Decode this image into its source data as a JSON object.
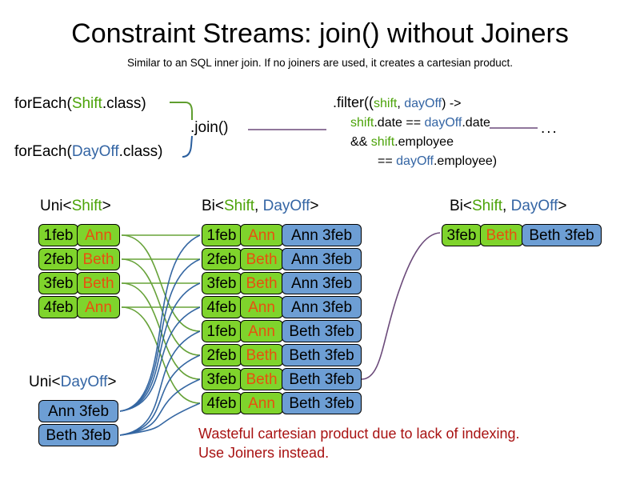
{
  "title": "Constraint Streams: join() without Joiners",
  "subtitle": "Similar to an SQL inner join. If no joiners are used, it creates a cartesian product.",
  "code": {
    "foreach_shift": {
      "prefix": "forEach(",
      "type": "Shift",
      "suffix": ".class)"
    },
    "foreach_dayoff": {
      "prefix": "forEach(",
      "type": "DayOff",
      "suffix": ".class)"
    },
    "join_call": ".join()",
    "filter": {
      "line1_a": ".filter((",
      "line1_shift": "shift",
      "line1_comma": ", ",
      "line1_dayoff": "dayOff",
      "line1_b": ") ->",
      "line2_shift": "shift",
      "line2_a": ".date == ",
      "line2_dayoff": "dayOff",
      "line2_b": ".date",
      "line3_a": "&& ",
      "line3_shift": "shift",
      "line3_b": ".employee",
      "line4_a": "== ",
      "line4_dayoff": "dayOff",
      "line4_b": ".employee)"
    },
    "ellipsis": "..."
  },
  "labels": {
    "uni_shift": {
      "prefix": "Uni<",
      "type": "Shift",
      "suffix": ">"
    },
    "bi_middle": {
      "prefix": "Bi<",
      "type_a": "Shift",
      "sep": ", ",
      "type_b": "DayOff",
      "suffix": ">"
    },
    "bi_right": {
      "prefix": "Bi<",
      "type_a": "Shift",
      "sep": ", ",
      "type_b": "DayOff",
      "suffix": ">"
    },
    "uni_dayoff": {
      "prefix": "Uni<",
      "type": "DayOff",
      "suffix": ">"
    }
  },
  "uni_shift_rows": [
    {
      "date": "1feb",
      "name": "Ann"
    },
    {
      "date": "2feb",
      "name": "Beth"
    },
    {
      "date": "3feb",
      "name": "Beth"
    },
    {
      "date": "4feb",
      "name": "Ann"
    }
  ],
  "uni_dayoff_rows": [
    {
      "dayoff": "Ann 3feb"
    },
    {
      "dayoff": "Beth 3feb"
    }
  ],
  "bi_middle_rows": [
    {
      "date": "1feb",
      "name": "Ann",
      "dayoff": "Ann 3feb"
    },
    {
      "date": "2feb",
      "name": "Beth",
      "dayoff": "Ann 3feb"
    },
    {
      "date": "3feb",
      "name": "Beth",
      "dayoff": "Ann 3feb"
    },
    {
      "date": "4feb",
      "name": "Ann",
      "dayoff": "Ann 3feb"
    },
    {
      "date": "1feb",
      "name": "Ann",
      "dayoff": "Beth 3feb"
    },
    {
      "date": "2feb",
      "name": "Beth",
      "dayoff": "Beth 3feb"
    },
    {
      "date": "3feb",
      "name": "Beth",
      "dayoff": "Beth 3feb"
    },
    {
      "date": "4feb",
      "name": "Ann",
      "dayoff": "Beth 3feb"
    }
  ],
  "bi_right_rows": [
    {
      "date": "3feb",
      "name": "Beth",
      "dayoff": "Beth 3feb"
    }
  ],
  "warning": {
    "line1": "Wasteful cartesian product due to lack of indexing.",
    "line2": "Use Joiners instead."
  },
  "colors": {
    "shift_green": "#4ca309",
    "dayoff_blue": "#3465a4",
    "card_green": "#7fd42c",
    "card_blue": "#6d9ed4",
    "name_orange": "#e8500f",
    "warning_red": "#a81212",
    "wire_green": "#5f9e2f",
    "wire_blue": "#2b5f9e",
    "wire_purple": "#6b4a7a"
  }
}
